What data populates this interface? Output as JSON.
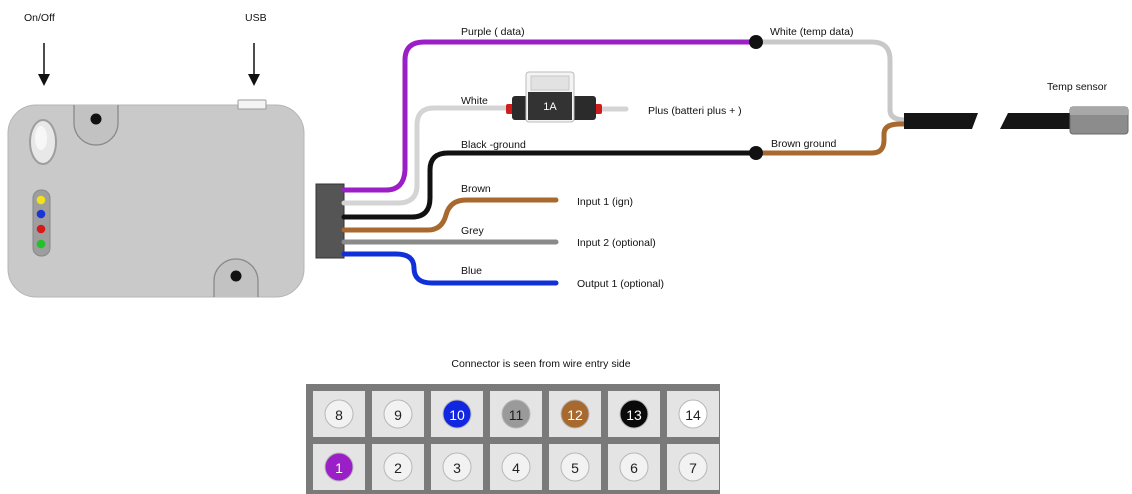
{
  "labels": {
    "on_off": "On/Off",
    "usb": "USB",
    "temp_sensor": "Temp sensor",
    "connector_caption": "Connector is seen from wire entry side",
    "fuse": "1A",
    "purple": "Purple  ( data)",
    "white_temp": "White (temp data)",
    "white": "White",
    "plus": "Plus (batteri plus + )",
    "black": "Black  -ground",
    "brown_ground": "Brown ground",
    "brown": "Brown",
    "input1": "Input 1 (ign)",
    "grey": "Grey",
    "input2": "Input 2 (optional)",
    "blue": "Blue",
    "output1": "Output 1 (optional)"
  },
  "colors": {
    "purple": "#9b1fc6",
    "white_wire": "#d4d4d4",
    "black": "#111111",
    "brown": "#a8692e",
    "grey": "#8a8a8a",
    "blue": "#1030d8",
    "device_body": "#c9c9c9",
    "led_yellow": "#f2e21a",
    "led_blue": "#1a35d6",
    "led_red": "#d61a1a",
    "led_green": "#22c22a"
  },
  "connector": {
    "top_row": [
      {
        "num": "8",
        "fill": "#f2f2f2",
        "text": "#222222"
      },
      {
        "num": "9",
        "fill": "#f2f2f2",
        "text": "#222222"
      },
      {
        "num": "10",
        "fill": "#1026e0",
        "text": "#ffffff"
      },
      {
        "num": "11",
        "fill": "#9a9a9a",
        "text": "#222222"
      },
      {
        "num": "12",
        "fill": "#a8692e",
        "text": "#ffffff"
      },
      {
        "num": "13",
        "fill": "#0a0a0a",
        "text": "#ffffff"
      },
      {
        "num": "14",
        "fill": "#ffffff",
        "text": "#222222"
      }
    ],
    "bottom_row": [
      {
        "num": "1",
        "fill": "#9b1fc6",
        "text": "#ffffff"
      },
      {
        "num": "2",
        "fill": "#f2f2f2",
        "text": "#222222"
      },
      {
        "num": "3",
        "fill": "#f2f2f2",
        "text": "#222222"
      },
      {
        "num": "4",
        "fill": "#f2f2f2",
        "text": "#222222"
      },
      {
        "num": "5",
        "fill": "#f2f2f2",
        "text": "#222222"
      },
      {
        "num": "6",
        "fill": "#f2f2f2",
        "text": "#222222"
      },
      {
        "num": "7",
        "fill": "#f2f2f2",
        "text": "#222222"
      }
    ]
  }
}
